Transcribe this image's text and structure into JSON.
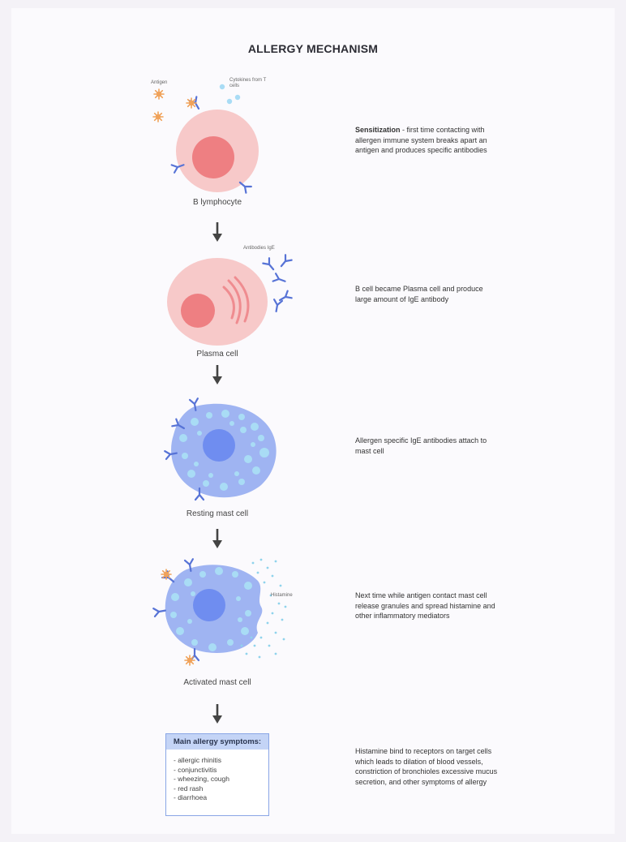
{
  "title": "ALLERGY MECHANISM",
  "colors": {
    "arrow": "#444444",
    "antibody": "#5773d6",
    "antigen": "#f0a25a",
    "plasma_outer": "#f7c9c9",
    "plasma_nucleus": "#ee7f82",
    "mast_body": "#9fb4f2",
    "mast_nucleus": "#6f8df0",
    "granule": "#a9dcf5"
  },
  "labels": {
    "antigen": "Antigen",
    "cytokines": "Cytokines from T cells",
    "antibodies": "Antibodies IgE",
    "histamine": "Histamine"
  },
  "stages": [
    {
      "cell": "B lymphocyte",
      "description_lead": "Sensitization",
      "description": " - first time contacting with allergen immune system breaks apart an antigen and produces specific antibodies"
    },
    {
      "cell": "Plasma cell",
      "description_lead": "",
      "description": "B cell became Plasma cell and produce large amount of IgE antibody"
    },
    {
      "cell": "Resting mast cell",
      "description_lead": "",
      "description": "Allergen specific IgE antibodies attach to mast cell"
    },
    {
      "cell": "Activated mast cell",
      "description_lead": "",
      "description": "Next time while antigen contact mast cell release granules and spread histamine and other inflammatory mediators"
    }
  ],
  "symptoms": {
    "title": "Main allergy symptoms:",
    "items": [
      "- allergic rhinitis",
      "- conjunctivitis",
      "- wheezing, cough",
      "- red rash",
      "- diarrhoea"
    ],
    "description": "Histamine bind to receptors on target cells which leads to dilation of blood vessels, constriction of bronchioles excessive mucus secretion, and other symptoms of allergy"
  }
}
